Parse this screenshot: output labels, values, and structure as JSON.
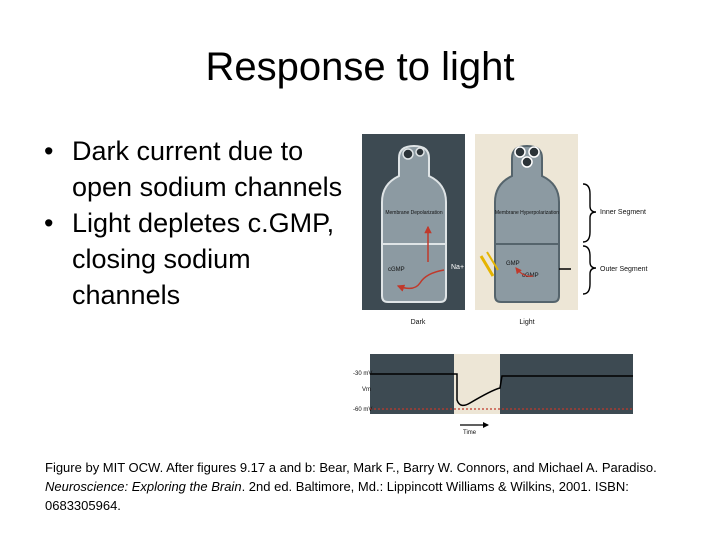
{
  "slide": {
    "title": "Response to light",
    "bullets": [
      "Dark current due to open sodium channels",
      "Light depletes c.GMP, closing sodium channels"
    ]
  },
  "figure": {
    "dark_panel": {
      "label": "Dark",
      "state": "Membrane Depolarization",
      "cgmp": "cGMP",
      "ion": "Na+"
    },
    "light_panel": {
      "label": "Light",
      "state": "Membrane Hyperpolarization",
      "gmp": "GMP",
      "cgmp": "cGMP"
    },
    "segments": {
      "inner": "Inner Segment",
      "outer": "Outer Segment"
    },
    "trace": {
      "top_level": "-30 mV",
      "vm_label": "Vm",
      "bottom_level": "-60 mV",
      "time_label": "Time"
    },
    "colors": {
      "panel_dark": "#3d4a52",
      "panel_light": "#ede6d6",
      "cell_fill": "#8c9aa2",
      "arrow": "#c0392b",
      "dotted_line": "#c0392b"
    }
  },
  "caption": {
    "line1": "Figure by MIT OCW. After figures 9.17 a and b: Bear, Mark F., Barry W. Connors, and Michael A. Paradiso. ",
    "book_title": "Neuroscience: Exploring the Brain",
    "line2": ". 2nd ed. Baltimore, Md.: Lippincott Williams & Wilkins, 2001. ISBN: 0683305964."
  }
}
